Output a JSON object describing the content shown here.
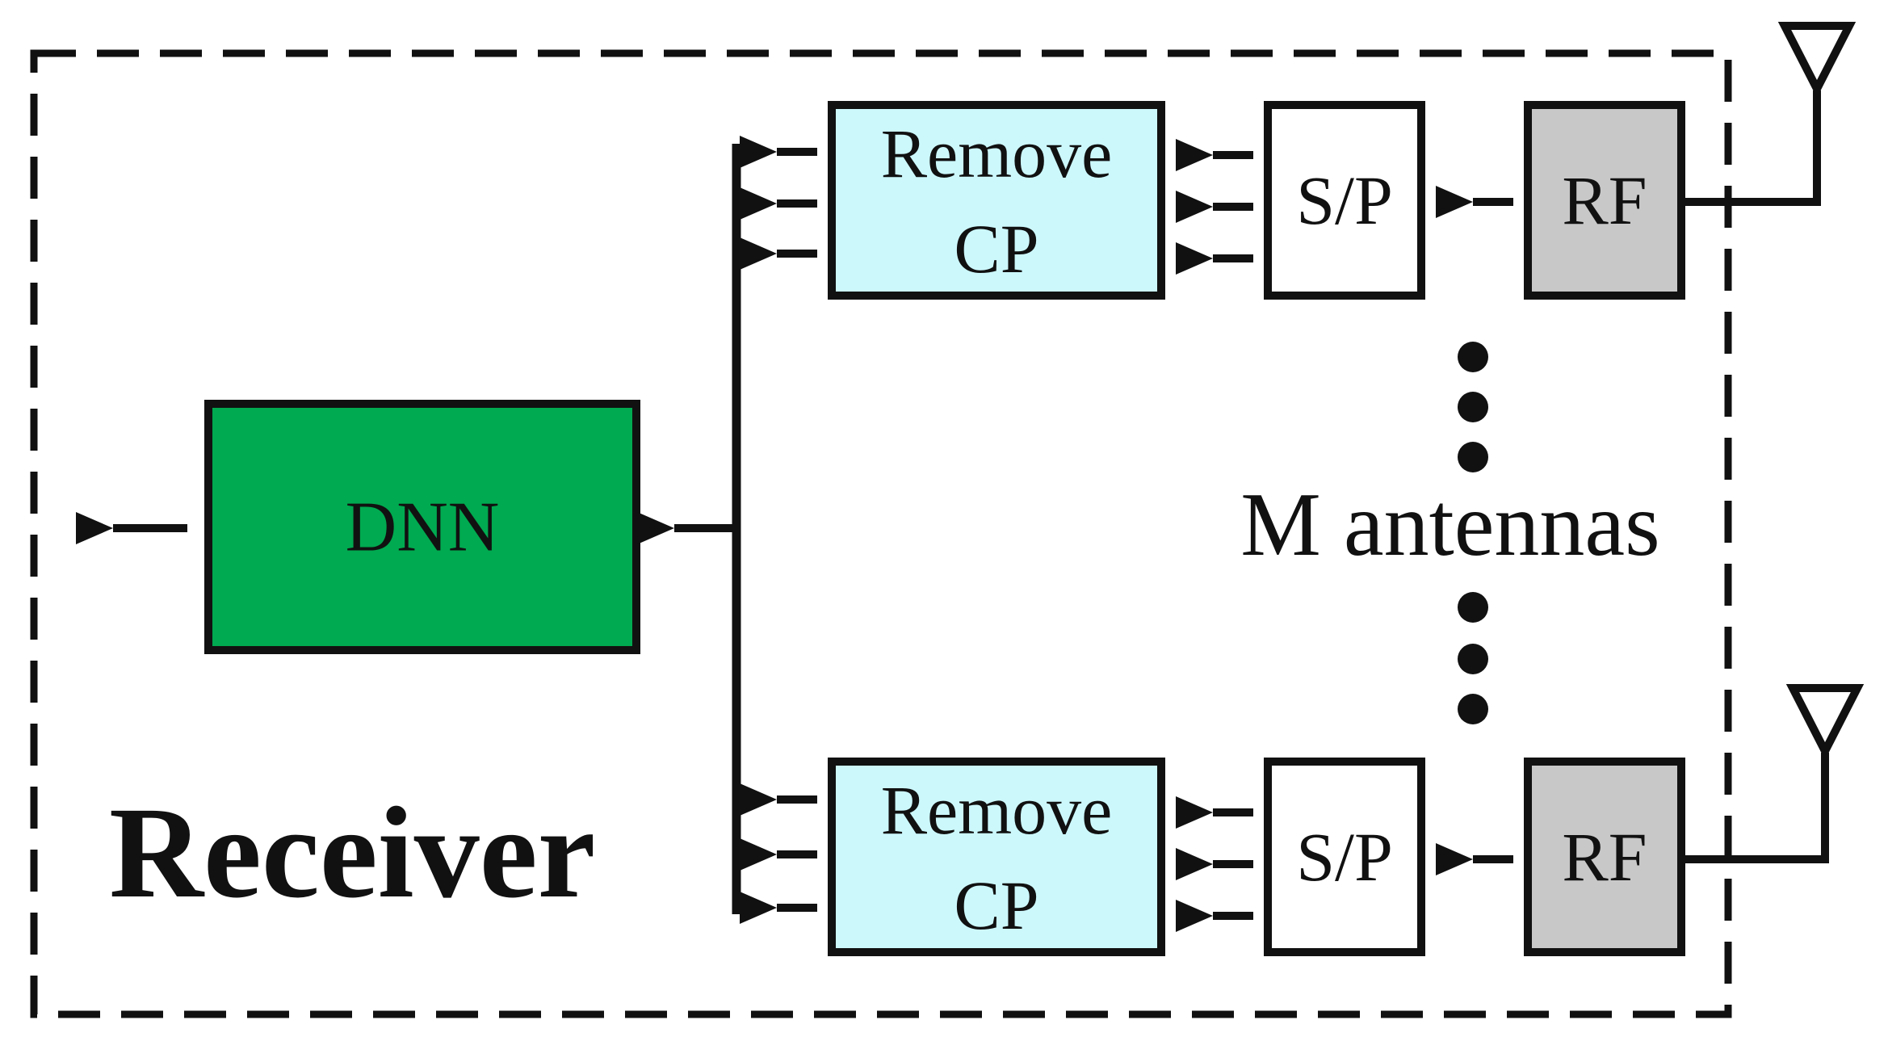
{
  "diagram": {
    "container_label": "Receiver",
    "dnn_label": "DNN",
    "antenna_caption": "M antennas",
    "chains": [
      {
        "remove_cp": [
          "Remove",
          "CP"
        ],
        "sp_label": "S/P",
        "rf_label": "RF"
      },
      {
        "remove_cp": [
          "Remove",
          "CP"
        ],
        "sp_label": "S/P",
        "rf_label": "RF"
      }
    ]
  },
  "colors": {
    "dnn_fill": "#00AA50",
    "remove_cp_fill": "#CCF8FC",
    "sp_fill": "#FFFFFF",
    "rf_fill": "#C8C8C8",
    "line": "#111111"
  },
  "icons": [
    "antenna-icon",
    "arrow-left-icon",
    "vertical-ellipsis-icon"
  ]
}
